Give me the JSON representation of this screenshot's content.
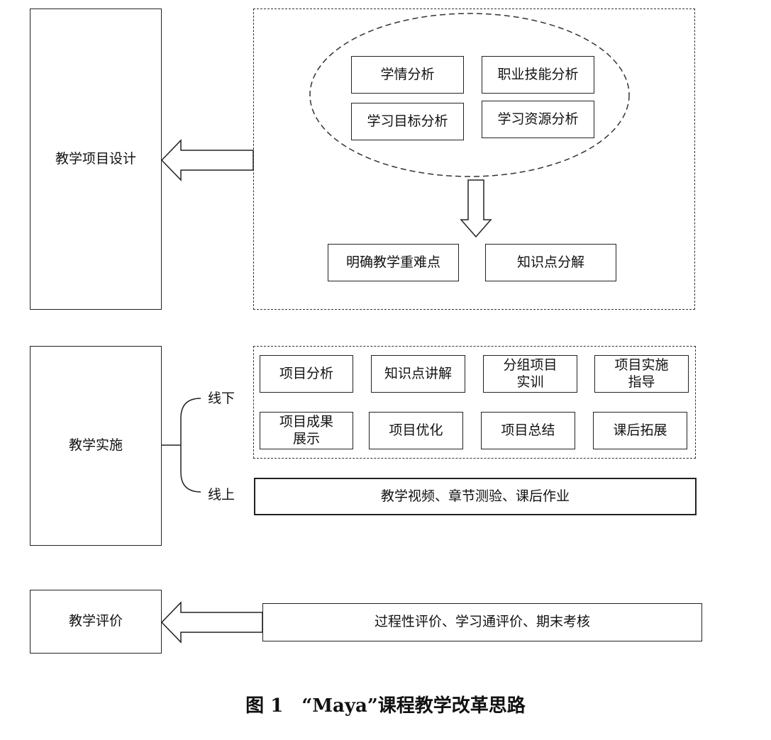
{
  "left_boxes": {
    "design": "教学项目设计",
    "implement": "教学实施",
    "evaluate": "教学评价"
  },
  "analysis": {
    "items": [
      "学情分析",
      "职业技能分析",
      "学习目标分析",
      "学习资源分析"
    ]
  },
  "outcomes": [
    "明确教学重难点",
    "知识点分解"
  ],
  "offline": {
    "label": "线下",
    "items": [
      "项目分析",
      "知识点讲解",
      "分组项目\n实训",
      "项目实施\n指导",
      "项目成果\n展示",
      "项目优化",
      "项目总结",
      "课后拓展"
    ]
  },
  "online": {
    "label": "线上",
    "content": "教学视频、章节测验、课后作业"
  },
  "evaluation_content": "过程性评价、学习通评价、期末考核",
  "caption": "图 1　“Maya”课程教学改革思路",
  "colors": {
    "line": "#222222",
    "background": "#ffffff"
  }
}
